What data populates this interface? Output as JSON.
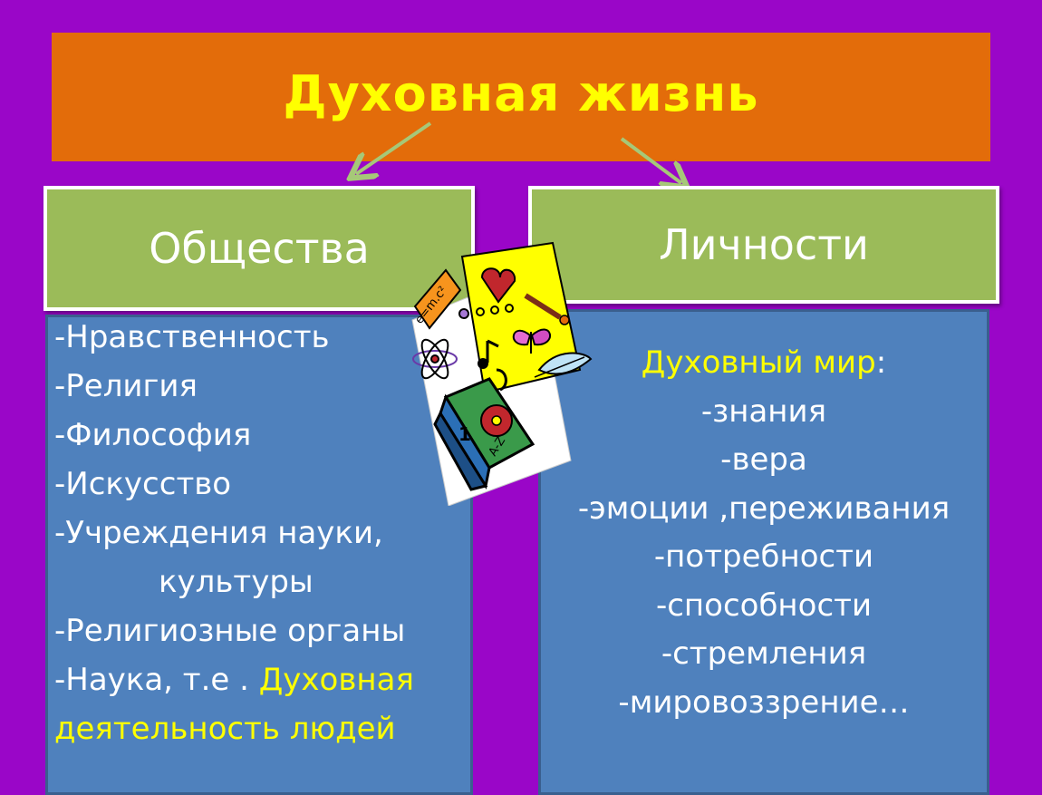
{
  "title": "Духовная жизнь",
  "society": {
    "heading": "Общества",
    "items": [
      "-Нравственность",
      "-Религия",
      "-Философия",
      "-Искусство",
      "-Учреждения науки,",
      "культуры",
      "-Религиозные органы"
    ],
    "last_prefix": "-Наука, т.е . ",
    "last_highlight_1": "Духовная",
    "last_highlight_2": "деятельность людей"
  },
  "person": {
    "heading": "Личности",
    "world_label": "Духовный мир",
    "world_colon": ":",
    "items": [
      "-знания",
      "-вера",
      "-эмоции ,переживания",
      "-потребности",
      "-способности",
      "-стремления",
      "-мировоззрение…"
    ]
  },
  "clipart_text": {
    "formula": "e=m.c²",
    "book_number": "1",
    "book_label": "A-Z"
  },
  "colors": {
    "background": "#9a06c8",
    "title_bar": "#e36c0a",
    "title_text": "#ffff00",
    "heading_box": "#9bbb59",
    "list_box": "#4f81bd",
    "highlight": "#ffff00"
  }
}
